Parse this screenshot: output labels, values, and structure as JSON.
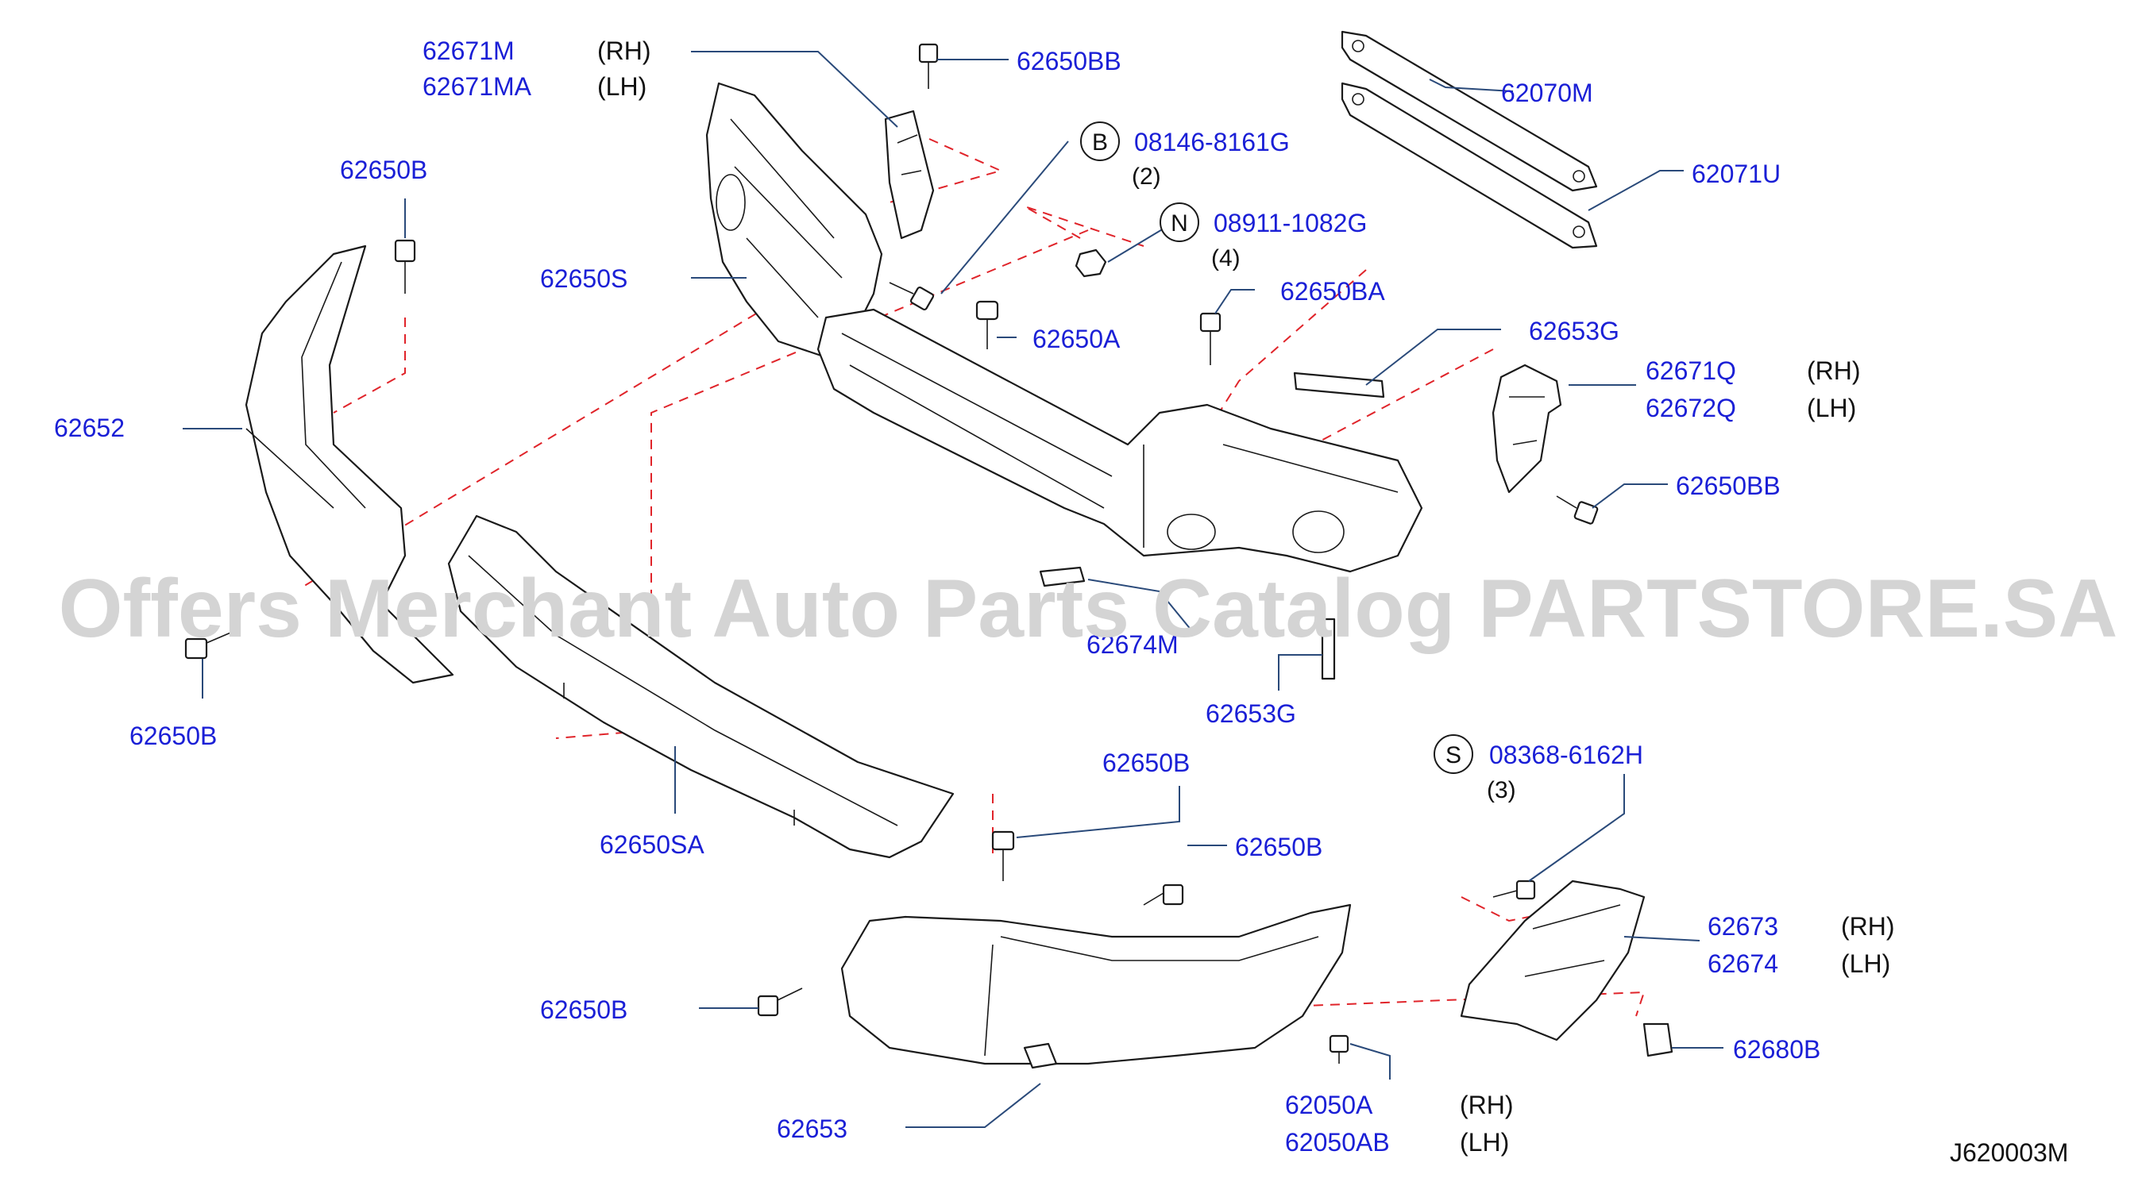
{
  "watermark": "Offers Merchant Auto Parts Catalog PARTSTORE.SA",
  "diagram_code": "J620003M",
  "labels": {
    "p62671M": "62671M",
    "p62671MA": "62671MA",
    "rh1": "(RH)",
    "lh1": "(LH)",
    "p62650BB_top": "62650BB",
    "p62070M": "62070M",
    "p62071U": "62071U",
    "p62650B_topleft": "62650B",
    "p62650S": "62650S",
    "p62652": "62652",
    "p62650B_left": "62650B",
    "b_letter": "B",
    "p08146": "08146-8161G",
    "q2": "(2)",
    "n_letter": "N",
    "p08911": "08911-1082G",
    "q4": "(4)",
    "p62650BA": "62650BA",
    "p62650A": "62650A",
    "p62653G_top": "62653G",
    "p62671Q": "62671Q",
    "rh2": "(RH)",
    "p62672Q": "62672Q",
    "lh2": "(LH)",
    "p62650BB_right": "62650BB",
    "p62674M": "62674M",
    "p62653G_bottom": "62653G",
    "p62650SA": "62650SA",
    "s_letter": "S",
    "p08368": "08368-6162H",
    "q3": "(3)",
    "p62650B_mid": "62650B",
    "p62650B_midright": "62650B",
    "p62650B_lowleft": "62650B",
    "p62673": "62673",
    "rh3": "(RH)",
    "p62674": "62674",
    "lh3": "(LH)",
    "p62680B": "62680B",
    "p62653": "62653",
    "p62050A": "62050A",
    "rh4": "(RH)",
    "p62050AB": "62050AB",
    "lh4": "(LH)"
  },
  "colors": {
    "part_number": "#1a1fd6",
    "leader_line": "#2a4a7a",
    "dashed_guide": "#e0242a",
    "outline": "#1a1a1a",
    "watermark": "#d4d4d4"
  }
}
